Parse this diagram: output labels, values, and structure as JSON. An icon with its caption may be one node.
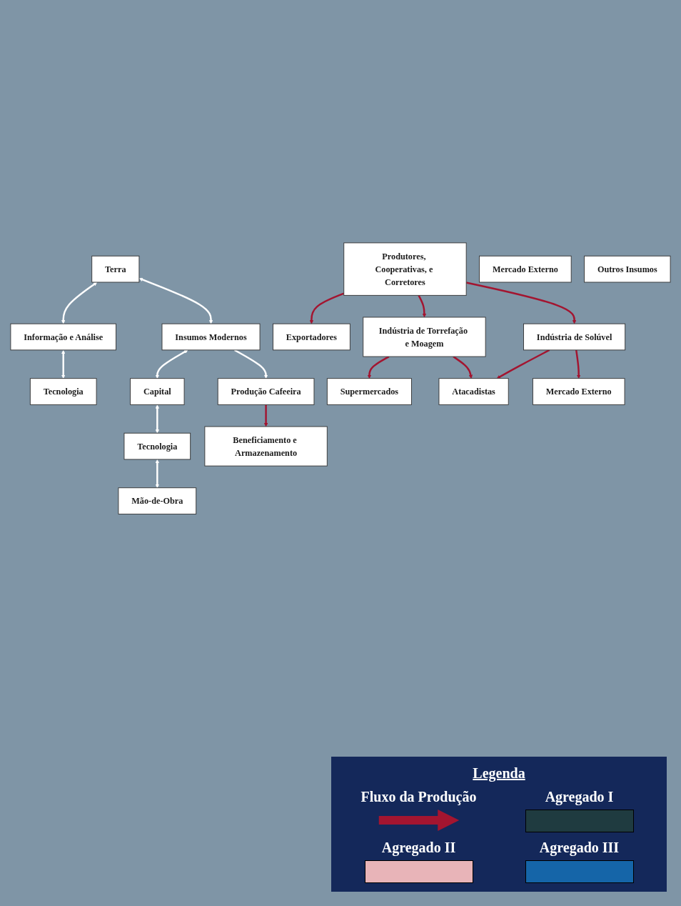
{
  "diagram": {
    "nodes": [
      {
        "text": [
          "Informação e Análise"
        ]
      },
      {
        "text": [
          "Tecnologia"
        ]
      },
      {
        "text": [
          "Terra"
        ]
      },
      {
        "text": [
          "Insumos Modernos"
        ]
      },
      {
        "text": [
          "Capital"
        ]
      },
      {
        "text": [
          "Tecnologia"
        ]
      },
      {
        "text": [
          "Mão-de-Obra"
        ]
      },
      {
        "text": [
          "Produção Cafeeira"
        ]
      },
      {
        "text": [
          "Beneficiamento e Armazenamento"
        ]
      },
      {
        "text": [
          "Produtores, Cooperativas, e Corretores"
        ]
      },
      {
        "text": [
          "Exportadores"
        ]
      },
      {
        "text": [
          "Mercado Externo"
        ]
      },
      {
        "text": [
          "Indústria de Torrefação e Moagem"
        ]
      },
      {
        "text": [
          "Outros Insumos"
        ]
      },
      {
        "text": [
          "Indústria de Solúvel"
        ]
      },
      {
        "text": [
          "Supermercados"
        ]
      },
      {
        "text": [
          "Atacadistas"
        ]
      },
      {
        "text": [
          "Mercado Externo"
        ]
      }
    ],
    "edges": [
      {
        "from": 0,
        "to": 1,
        "arrow": "both",
        "color": "#ffffff"
      },
      {
        "from": 2,
        "to": 0,
        "arrow": "both",
        "color": "#ffffff"
      },
      {
        "from": 2,
        "to": 3,
        "arrow": "both",
        "color": "#ffffff"
      },
      {
        "from": 3,
        "to": 4,
        "arrow": "both",
        "color": "#ffffff"
      },
      {
        "from": 4,
        "to": 5,
        "arrow": "both",
        "color": "#ffffff"
      },
      {
        "from": 5,
        "to": 6,
        "arrow": "both",
        "color": "#ffffff"
      },
      {
        "from": 3,
        "to": 7,
        "arrow": "to",
        "color": "#ffffff"
      },
      {
        "from": 7,
        "to": 8,
        "arrow": "to"
      },
      {
        "from": 9,
        "to": 10,
        "arrow": "to"
      },
      {
        "from": 9,
        "to": 12,
        "arrow": "to"
      },
      {
        "from": 9,
        "to": 14,
        "arrow": "to"
      },
      {
        "from": 12,
        "to": 15,
        "arrow": "to"
      },
      {
        "from": 12,
        "to": 16,
        "arrow": "to"
      },
      {
        "from": 14,
        "to": 16,
        "arrow": "to"
      },
      {
        "from": 14,
        "to": 17,
        "arrow": "to"
      }
    ],
    "labels": [
      "Legenda"
    ],
    "legend": [
      {
        "text": "Fluxo da Produção"
      },
      {
        "text": "Agregado I",
        "color": "#1f3b40"
      },
      {
        "text": "Agregado II",
        "color": "#e8b4b8"
      },
      {
        "text": "Agregado III",
        "color": "#1565a8"
      }
    ]
  }
}
